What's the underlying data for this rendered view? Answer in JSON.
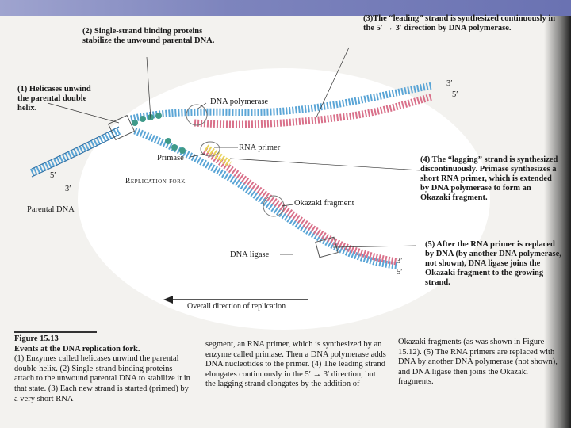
{
  "diagram": {
    "labels": {
      "step2": "(2) Single-strand binding proteins stabilize the unwound parental DNA.",
      "step3": "(3)The “leading” strand is synthesized continuously in the 5′ → 3′ direction by DNA polymerase.",
      "step1": "(1) Helicases unwind the parental double helix.",
      "dna_polymerase": "DNA polymerase",
      "rna_primer": "RNA primer",
      "primase": "Primase",
      "replication_fork": "Replication fork",
      "step4": "(4) The “lagging” strand is synthesized discontinuously. Primase synthesizes a short RNA primer, which is extended by DNA polymerase to form an Okazaki fragment.",
      "okazaki_fragment": "Okazaki fragment",
      "parental_dna": "Parental DNA",
      "dna_ligase": "DNA ligase",
      "step5": "(5) After the RNA primer is replaced by DNA (by another DNA polymerase, not shown), DNA ligase joins the Okazaki fragment to the growing strand.",
      "overall_direction": "Overall direction of replication",
      "end_5_left": "5′",
      "end_3_left": "3′",
      "end_3_top": "3′",
      "end_5_top": "5′",
      "end_3_bottom": "3′",
      "end_5_bottom": "5′"
    },
    "colors": {
      "parental_strand": "#5aa5d6",
      "new_strand": "#d9708a",
      "rna_primer": "#e8d35a",
      "binding_protein": "#3f9a8a"
    }
  },
  "caption": {
    "figure_number": "Figure 15.13",
    "figure_title": "Events at the DNA replication fork.",
    "col1": "(1) Enzymes called helicases unwind the parental double helix. (2) Single-strand binding proteins attach to the unwound parental DNA to stabilize it in that state. (3) Each new strand is started (primed) by a very short RNA",
    "col2": "segment, an RNA primer, which is synthesized by an enzyme called primase. Then a DNA polymerase adds DNA nucleotides to the primer. (4) The leading strand elongates continuously in the 5′ → 3′ direction, but the lagging strand elongates by the addition of",
    "col3": "Okazaki fragments (as was shown in Figure 15.12). (5) The RNA primers are replaced with DNA by another DNA polymerase (not shown), and DNA ligase then joins the Okazaki fragments."
  }
}
